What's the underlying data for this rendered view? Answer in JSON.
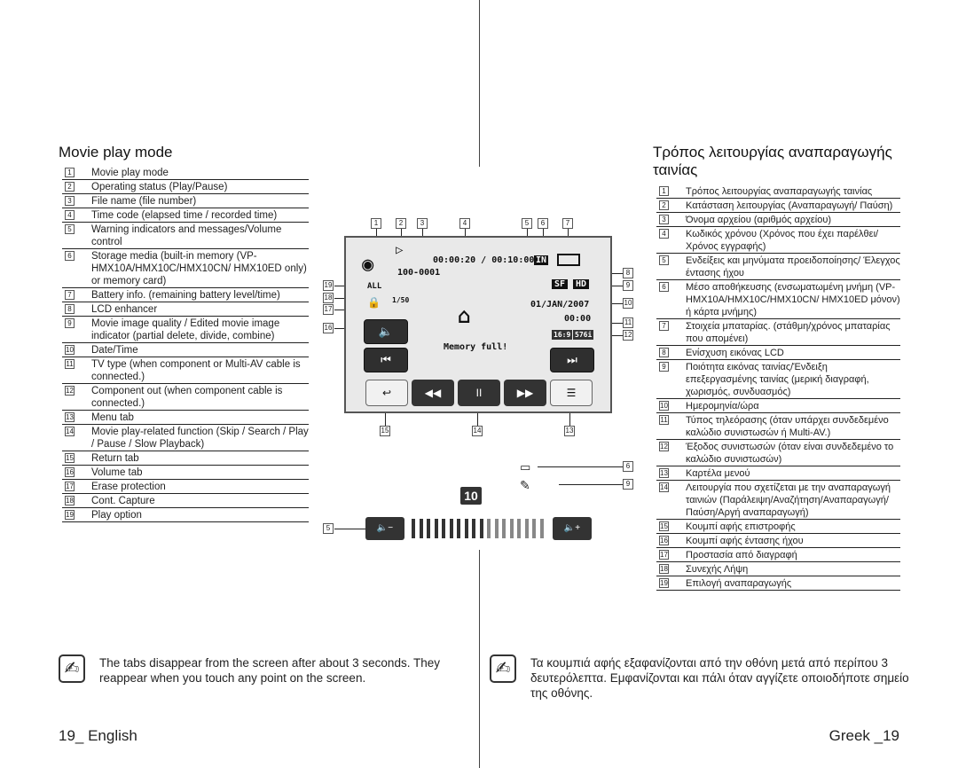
{
  "english": {
    "title": "Movie play mode",
    "items": [
      {
        "n": "1",
        "text": "Movie play mode"
      },
      {
        "n": "2",
        "text": "Operating status (Play/Pause)"
      },
      {
        "n": "3",
        "text": "File name (file number)"
      },
      {
        "n": "4",
        "text": "Time code (elapsed time / recorded time)"
      },
      {
        "n": "5",
        "text": "Warning indicators and messages/Volume control"
      },
      {
        "n": "6",
        "text": "Storage media (built-in memory (VP-HMX10A/HMX10C/HMX10CN/ HMX10ED only) or memory card)"
      },
      {
        "n": "7",
        "text": "Battery info. (remaining battery level/time)"
      },
      {
        "n": "8",
        "text": "LCD enhancer"
      },
      {
        "n": "9",
        "text": "Movie image quality / Edited movie image indicator (partial delete, divide, combine)"
      },
      {
        "n": "10",
        "text": "Date/Time"
      },
      {
        "n": "11",
        "text": "TV type (when component or Multi-AV cable is connected.)"
      },
      {
        "n": "12",
        "text": "Component out (when component cable is connected.)"
      },
      {
        "n": "13",
        "text": "Menu tab"
      },
      {
        "n": "14",
        "text": "Movie play-related function (Skip / Search / Play / Pause / Slow Playback)"
      },
      {
        "n": "15",
        "text": "Return tab"
      },
      {
        "n": "16",
        "text": "Volume tab"
      },
      {
        "n": "17",
        "text": "Erase protection"
      },
      {
        "n": "18",
        "text": "Cont. Capture"
      },
      {
        "n": "19",
        "text": "Play option"
      }
    ],
    "note": "The tabs disappear from the screen after about 3 seconds. They reappear when you touch any point on the screen.",
    "footer": "19_ English"
  },
  "greek": {
    "title": "Τρόπος λειτουργίας αναπαραγωγής ταινίας",
    "items": [
      {
        "n": "1",
        "text": "Τρόπος λειτουργίας αναπαραγωγής ταινίας"
      },
      {
        "n": "2",
        "text": "Κατάσταση λειτουργίας (Αναπαραγωγή/ Παύση)"
      },
      {
        "n": "3",
        "text": "Όνομα αρχείου (αριθμός αρχείου)"
      },
      {
        "n": "4",
        "text": "Κωδικός χρόνου (Χρόνος που έχει παρέλθει/ Χρόνος εγγραφής)"
      },
      {
        "n": "5",
        "text": "Ενδείξεις και μηνύματα προειδοποίησης/ Έλεγχος έντασης ήχου"
      },
      {
        "n": "6",
        "text": "Μέσο αποθήκευσης (ενσωματωμένη μνήμη (VP-HMX10A/HMX10C/HMX10CN/ HMX10ED μόνον) ή κάρτα μνήμης)"
      },
      {
        "n": "7",
        "text": "Στοιχεία μπαταρίας. (στάθμη/χρόνος μπαταρίας που απομένει)"
      },
      {
        "n": "8",
        "text": "Ενίσχυση εικόνας LCD"
      },
      {
        "n": "9",
        "text": "Ποιότητα εικόνας ταινίας/Ένδειξη επεξεργασμένης ταινίας (μερική διαγραφή, χωρισμός, συνδυασμός)"
      },
      {
        "n": "10",
        "text": "Ημερομηνία/ώρα"
      },
      {
        "n": "11",
        "text": "Τύπος τηλεόρασης (όταν υπάρχει συνδεδεμένο καλώδιο συνιστωσών ή Multi-AV.)"
      },
      {
        "n": "12",
        "text": "Έξοδος συνιστωσών (όταν είναι συνδεδεμένο το καλώδιο συνιστωσών)"
      },
      {
        "n": "13",
        "text": "Καρτέλα μενού"
      },
      {
        "n": "14",
        "text": "Λειτουργία που σχετίζεται με την αναπαραγωγή ταινιών (Παράλειψη/Αναζήτηση/Αναπαραγωγή/ Παύση/Αργή αναπαραγωγή)"
      },
      {
        "n": "15",
        "text": "Κουμπί αφής επιστροφής"
      },
      {
        "n": "16",
        "text": "Κουμπί αφής έντασης ήχου"
      },
      {
        "n": "17",
        "text": "Προστασία από διαγραφή"
      },
      {
        "n": "18",
        "text": "Συνεχής Λήψη"
      },
      {
        "n": "19",
        "text": "Επιλογή αναπαραγωγής"
      }
    ],
    "note": "Τα κουμπιά αφής εξαφανίζονται από την οθόνη μετά από περίπου 3 δευτερόλεπτα. Εμφανίζονται και πάλι όταν αγγίζετε οποιοδήποτε σημείο της οθόνης.",
    "footer": "Greek _19"
  },
  "screen": {
    "timecode": "00:00:20 / 00:10:00",
    "file_number": "100-0001",
    "memory_indicator": "IN",
    "quality": "SF",
    "hd": "HD",
    "date": "01/JAN/2007",
    "time": "00:00",
    "aspect": "16:9",
    "resolution": "576i",
    "message": "Memory full!",
    "cont_capture": "1/50",
    "callouts_top": [
      "1",
      "2",
      "3",
      "4",
      "5",
      "6",
      "7"
    ],
    "callouts_right": [
      "8",
      "9",
      "10",
      "11",
      "12"
    ],
    "callouts_left": [
      "19",
      "18",
      "17",
      "16"
    ],
    "callouts_bottom": [
      "15",
      "14",
      "13"
    ],
    "icon_callouts": [
      "6",
      "9"
    ],
    "volume_label": "10",
    "volume_callout": "5",
    "volume_level": 10,
    "volume_max": 18,
    "icons": {
      "play": "▷",
      "skip_back": "⏮",
      "skip_fwd": "⏭",
      "rewind": "◀◀",
      "pause": "II",
      "forward": "▶▶",
      "menu": "☰",
      "return": "↩",
      "volume": "🔈",
      "lock": "🔒",
      "vol_minus": "🔈−",
      "vol_plus": "🔈+",
      "memory": "▭",
      "edit": "✎",
      "note": "✍"
    }
  }
}
